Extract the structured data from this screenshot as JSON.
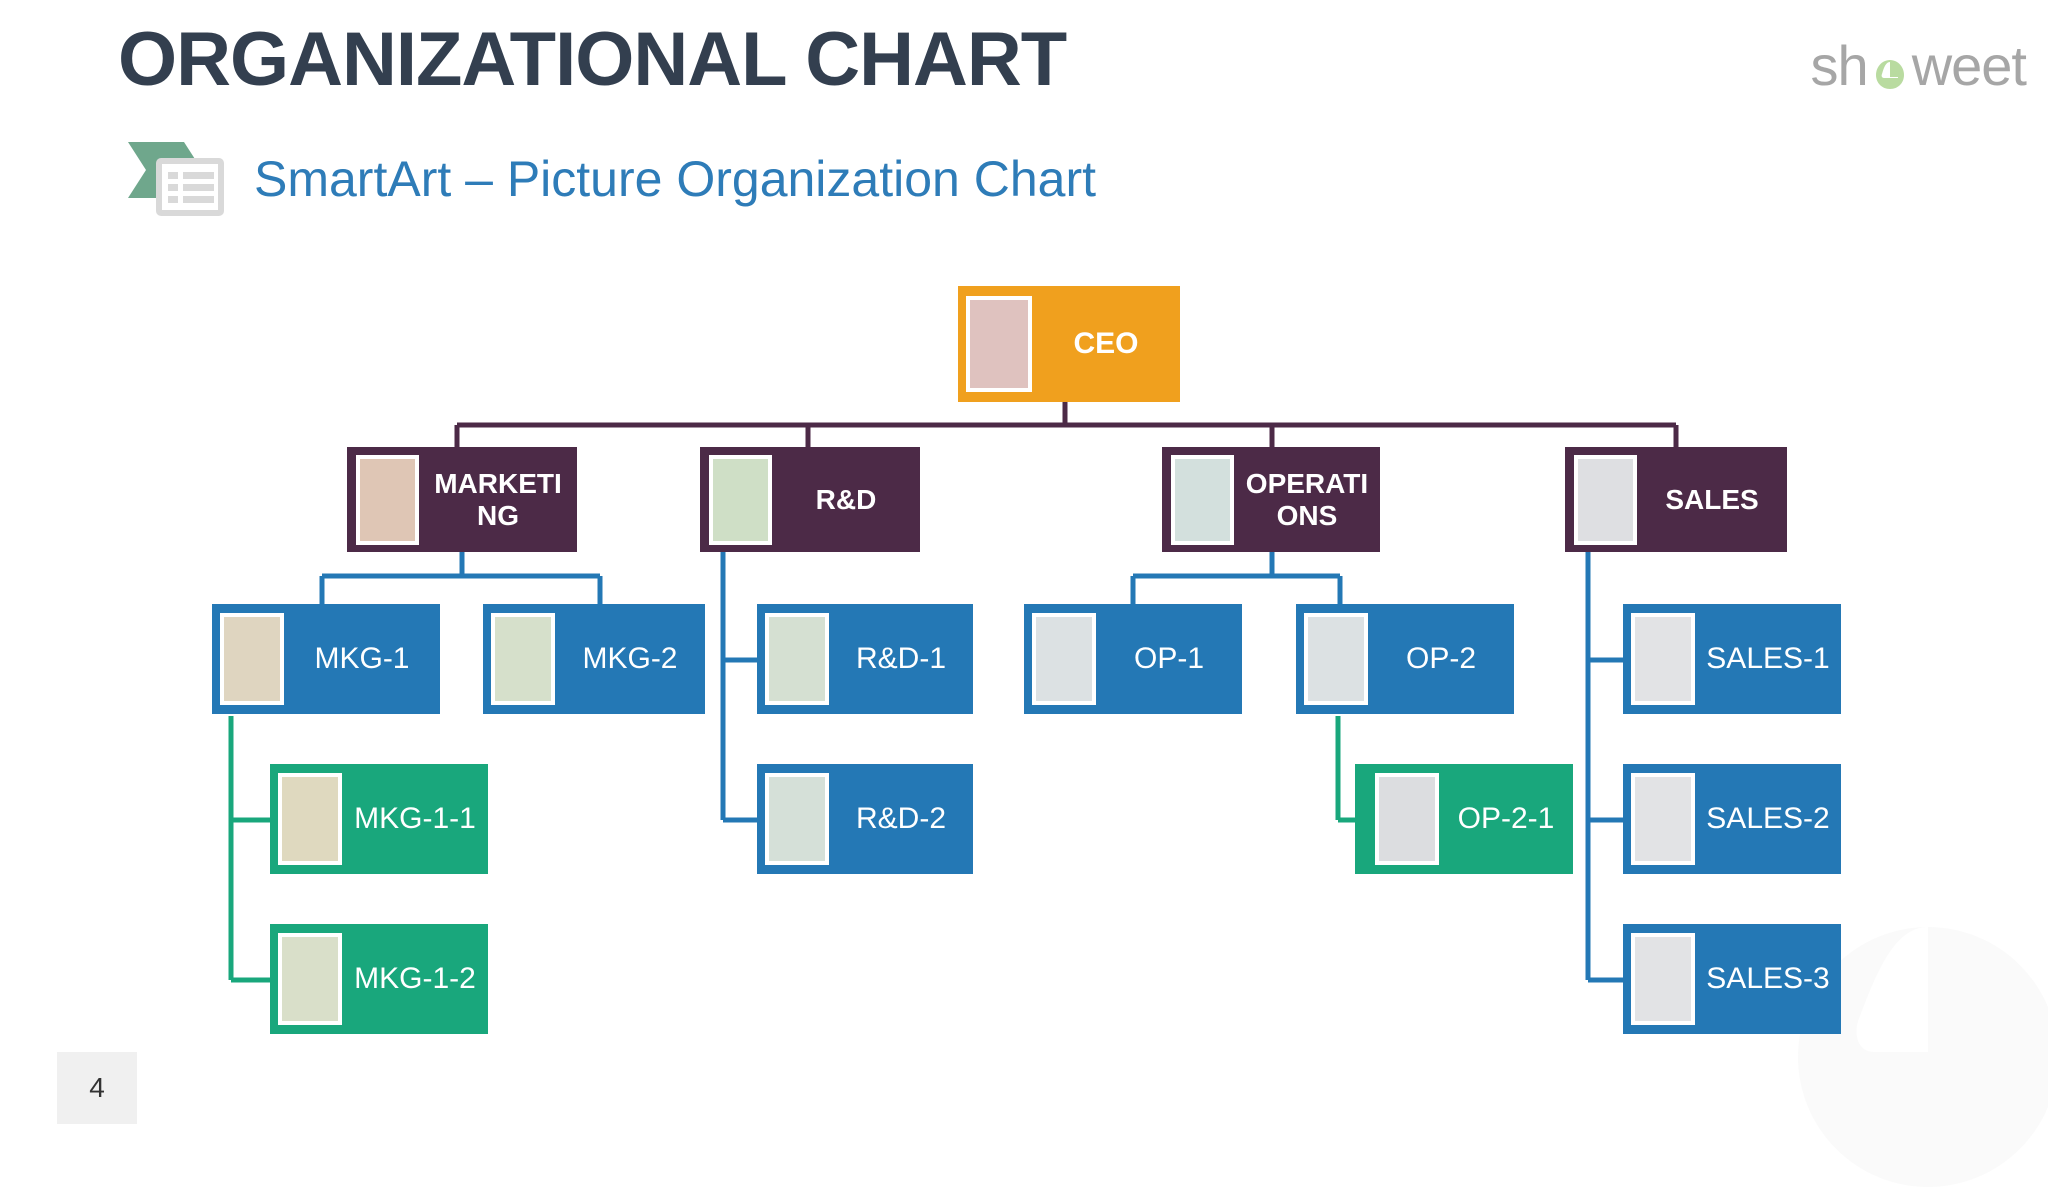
{
  "header": {
    "title": "ORGANIZATIONAL CHART",
    "subtitle": "SmartArt – Picture Organization Chart",
    "subtitle_icon": "chevron-slide-icon",
    "brand": {
      "pre": "sh",
      "mark": "leaf-circle-mark",
      "post": "weet"
    }
  },
  "footer": {
    "slide_number": "4"
  },
  "colors": {
    "title": "#333f4f",
    "subtitle": "#2e7cb8",
    "level1": "#F0A01E",
    "level2": "#4C2A47",
    "level3": "#2478B5",
    "level4": "#19A77C",
    "brand_gray": "#a6a6a6",
    "brand_green": "#b9dba0",
    "icon_green": "#6fa78c",
    "icon_gray": "#d9d9d9"
  },
  "chart_data": {
    "type": "org-chart",
    "title": "ORGANIZATIONAL CHART",
    "levels": 4,
    "nodes": [
      {
        "id": "ceo",
        "label": "CEO",
        "level": 1,
        "parent": null,
        "color": "#F0A01E",
        "thumb": "#DFC2BF"
      },
      {
        "id": "marketing",
        "label": "MARKETING",
        "level": 2,
        "parent": "ceo",
        "color": "#4C2A47",
        "thumb": "#DFC6B5"
      },
      {
        "id": "rnd",
        "label": "R&D",
        "level": 2,
        "parent": "ceo",
        "color": "#4C2A47",
        "thumb": "#CFDFC6"
      },
      {
        "id": "operations",
        "label": "OPERATIONS",
        "level": 2,
        "parent": "ceo",
        "color": "#4C2A47",
        "thumb": "#D3E0DD"
      },
      {
        "id": "sales",
        "label": "SALES",
        "level": 2,
        "parent": "ceo",
        "color": "#4C2A47",
        "thumb": "#DEDFE2"
      },
      {
        "id": "mkg1",
        "label": "MKG-1",
        "level": 3,
        "parent": "marketing",
        "color": "#2478B5",
        "thumb": "#DFD5C0"
      },
      {
        "id": "mkg2",
        "label": "MKG-2",
        "level": 3,
        "parent": "marketing",
        "color": "#2478B5",
        "thumb": "#D6E0CB"
      },
      {
        "id": "rnd1",
        "label": "R&D-1",
        "level": 3,
        "parent": "rnd",
        "color": "#2478B5",
        "thumb": "#D5E0D2"
      },
      {
        "id": "rnd2",
        "label": "R&D-2",
        "level": 3,
        "parent": "rnd",
        "color": "#2478B5",
        "thumb": "#D5E0D8"
      },
      {
        "id": "op1",
        "label": "OP-1",
        "level": 3,
        "parent": "operations",
        "color": "#2478B5",
        "thumb": "#DCE1E3"
      },
      {
        "id": "op2",
        "label": "OP-2",
        "level": 3,
        "parent": "operations",
        "color": "#2478B5",
        "thumb": "#DCE1E3"
      },
      {
        "id": "sales1",
        "label": "SALES-1",
        "level": 3,
        "parent": "sales",
        "color": "#2478B5",
        "thumb": "#E2E3E5"
      },
      {
        "id": "sales2",
        "label": "SALES-2",
        "level": 3,
        "parent": "sales",
        "color": "#2478B5",
        "thumb": "#E2E3E5"
      },
      {
        "id": "sales3",
        "label": "SALES-3",
        "level": 3,
        "parent": "sales",
        "color": "#2478B5",
        "thumb": "#E2E3E5"
      },
      {
        "id": "mkg11",
        "label": "MKG-1-1",
        "level": 4,
        "parent": "mkg1",
        "color": "#19A77C",
        "thumb": "#DFD9BF"
      },
      {
        "id": "mkg12",
        "label": "MKG-1-2",
        "level": 4,
        "parent": "mkg1",
        "color": "#19A77C",
        "thumb": "#D9DFC9"
      },
      {
        "id": "op21",
        "label": "OP-2-1",
        "level": 4,
        "parent": "op2",
        "color": "#19A77C",
        "thumb": "#DCDDE0"
      }
    ]
  }
}
